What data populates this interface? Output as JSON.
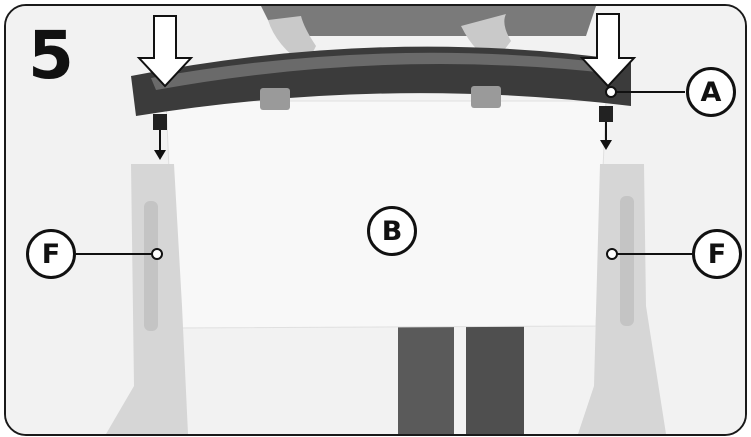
{
  "step": {
    "number": "5"
  },
  "callouts": {
    "a": "A",
    "b": "B",
    "f_left": "F",
    "f_right": "F"
  },
  "icons": {
    "arrow_left": "down-arrow-icon",
    "arrow_right": "down-arrow-icon"
  },
  "colors": {
    "frame": "#1a1a1a",
    "tray": "#3a3a3a",
    "panel": "#f7f7f7",
    "legs": "#d8d8d8"
  }
}
